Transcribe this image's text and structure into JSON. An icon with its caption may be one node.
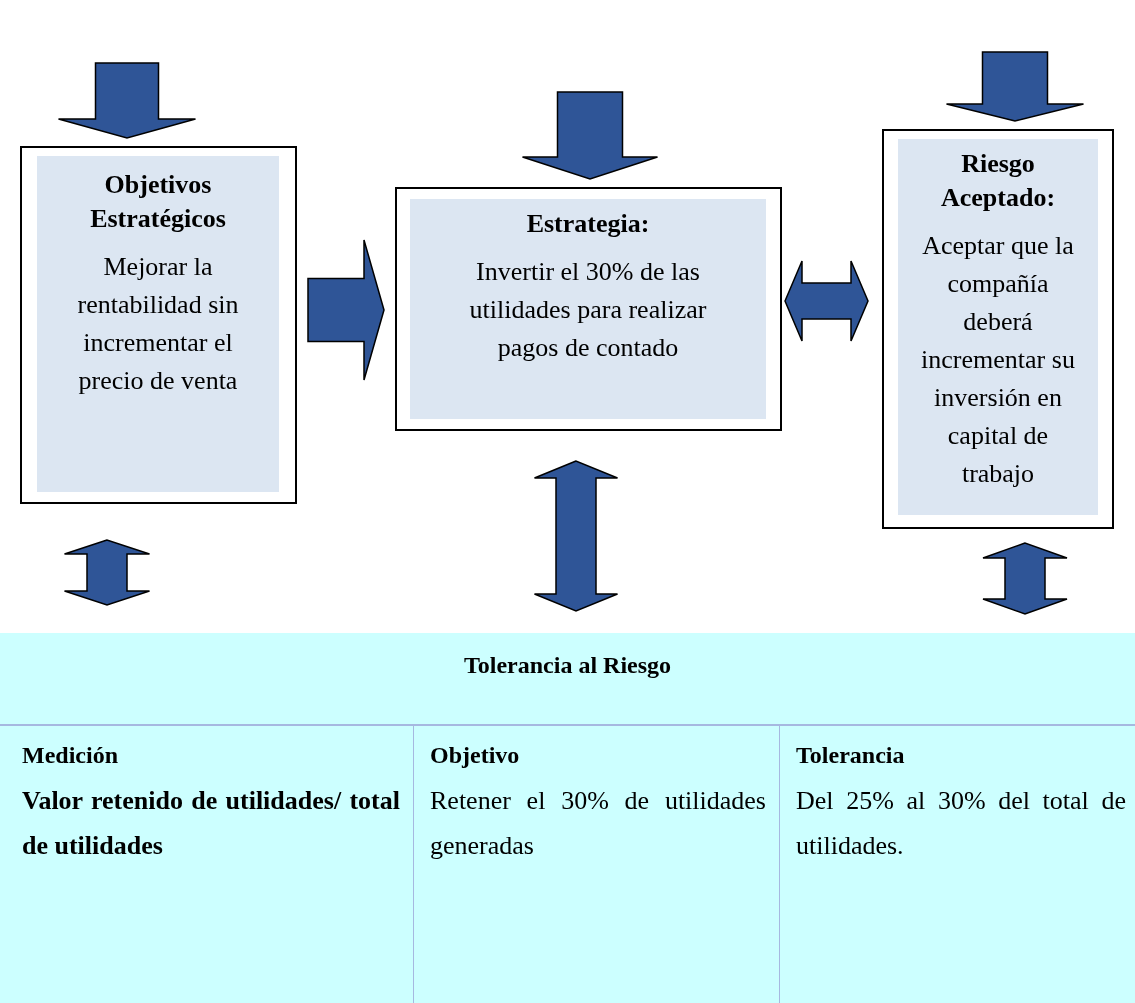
{
  "diagram": {
    "nodes": [
      {
        "text": [
          "Objetivos Estratégicos",
          "Mejorar la rentabilidad sin incrementar el precio de venta"
        ]
      },
      {
        "text": [
          "Estrategia:",
          "Invertir el 30% de las utilidades para realizar pagos de contado"
        ]
      },
      {
        "text": [
          "Riesgo Aceptado:",
          "Aceptar que la compañía deberá incrementar su inversión en capital de trabajo"
        ]
      },
      {
        "text": [
          "Tolerancia al Riesgo"
        ]
      }
    ],
    "edges": [
      {
        "from": null,
        "to": 0,
        "arrow": "to"
      },
      {
        "from": null,
        "to": 1,
        "arrow": "to"
      },
      {
        "from": null,
        "to": 2,
        "arrow": "to"
      },
      {
        "from": 0,
        "to": 1,
        "arrow": "to"
      },
      {
        "from": 1,
        "to": 2,
        "arrow": "both"
      },
      {
        "from": 0,
        "to": 3,
        "arrow": "both"
      },
      {
        "from": 1,
        "to": 3,
        "arrow": "both"
      },
      {
        "from": 2,
        "to": 3,
        "arrow": "both"
      }
    ],
    "labels": [
      "Medición",
      "Objetivo",
      "Tolerancia",
      "Valor retenido de utilidades/ total de utilidades",
      "Retener el 30% de utilidades generadas",
      "Del 25% al 30% del total de utilidades."
    ]
  }
}
